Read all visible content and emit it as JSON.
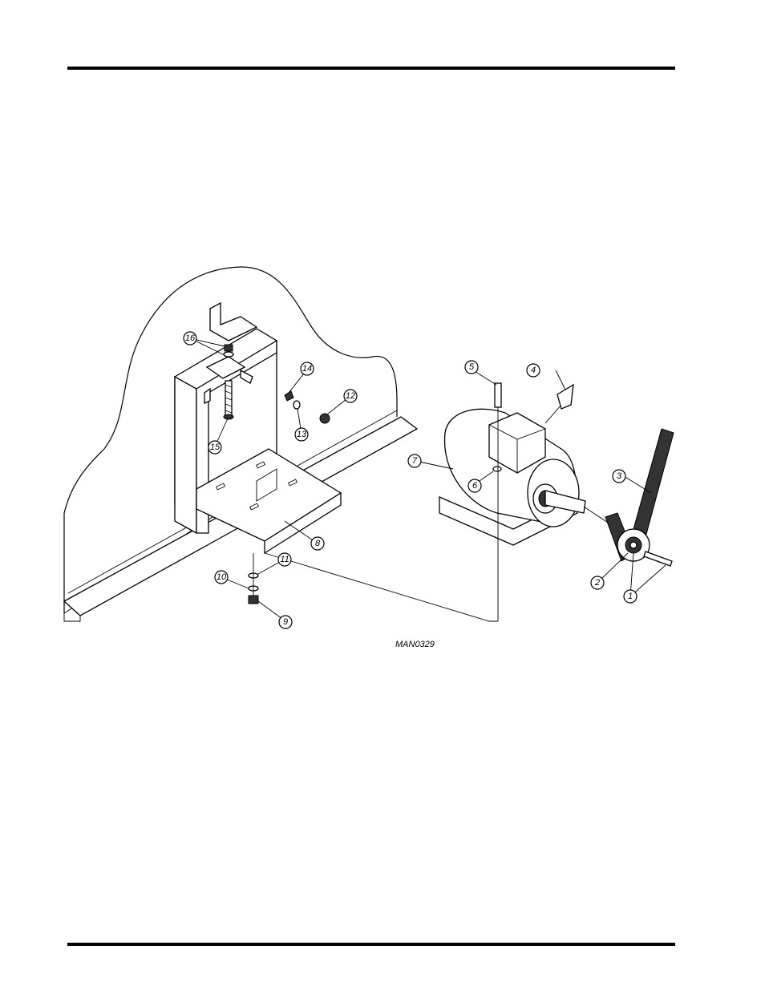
{
  "callouts": [
    {
      "label": "1"
    },
    {
      "label": "2"
    },
    {
      "label": "3"
    },
    {
      "label": "4"
    },
    {
      "label": "5"
    },
    {
      "label": "6"
    },
    {
      "label": "7"
    },
    {
      "label": "8"
    },
    {
      "label": "9"
    },
    {
      "label": "10"
    },
    {
      "label": "11"
    },
    {
      "label": "12"
    },
    {
      "label": "13"
    },
    {
      "label": "14"
    },
    {
      "label": "15"
    },
    {
      "label": "16"
    }
  ],
  "drawing_code": "MAN0329"
}
